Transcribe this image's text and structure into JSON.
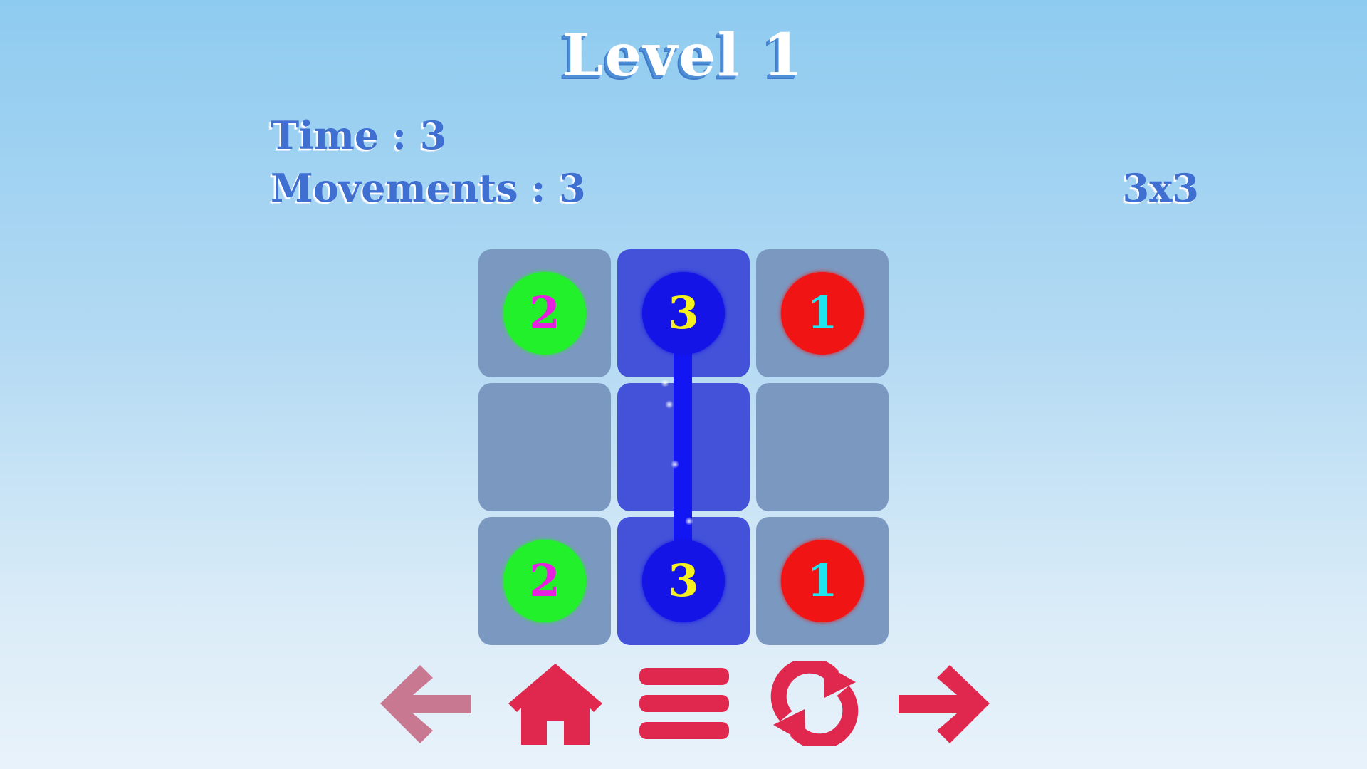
{
  "header": {
    "title": "Level 1"
  },
  "hud": {
    "time": "Time : 3",
    "movements": "Movements : 3",
    "grid_size": "3x3"
  },
  "board": {
    "rows": 3,
    "cols": 3,
    "cells": [
      {
        "row": 0,
        "col": 0,
        "label": "2",
        "dot_color": "#22f02a",
        "text_color": "#e81ee0",
        "active": false
      },
      {
        "row": 0,
        "col": 1,
        "label": "3",
        "dot_color": "#1414e6",
        "text_color": "#f5f01e",
        "active": true
      },
      {
        "row": 0,
        "col": 2,
        "label": "1",
        "dot_color": "#f01414",
        "text_color": "#1ee6f0",
        "active": false
      },
      {
        "row": 1,
        "col": 0,
        "label": "",
        "active": false
      },
      {
        "row": 1,
        "col": 1,
        "label": "",
        "active": true
      },
      {
        "row": 1,
        "col": 2,
        "label": "",
        "active": false
      },
      {
        "row": 2,
        "col": 0,
        "label": "2",
        "dot_color": "#22f02a",
        "text_color": "#e81ee0",
        "active": false
      },
      {
        "row": 2,
        "col": 1,
        "label": "3",
        "dot_color": "#1414e6",
        "text_color": "#f5f01e",
        "active": true
      },
      {
        "row": 2,
        "col": 2,
        "label": "1",
        "dot_color": "#f01414",
        "text_color": "#1ee6f0",
        "active": false
      }
    ],
    "connection": {
      "color": "#1216f2",
      "from": [
        0,
        1
      ],
      "to": [
        2,
        1
      ]
    }
  },
  "controls": {
    "buttons": [
      {
        "name": "back-arrow-icon",
        "enabled": false
      },
      {
        "name": "home-icon",
        "enabled": true
      },
      {
        "name": "menu-icon",
        "enabled": true
      },
      {
        "name": "restart-icon",
        "enabled": true
      },
      {
        "name": "forward-arrow-icon",
        "enabled": true
      }
    ],
    "color": "#e0284f",
    "disabled_color": "#c97891"
  },
  "colors": {
    "tile_inactive": "#7b98c0",
    "tile_active": "#4352d9",
    "hud_text": "#3f6fd0"
  }
}
